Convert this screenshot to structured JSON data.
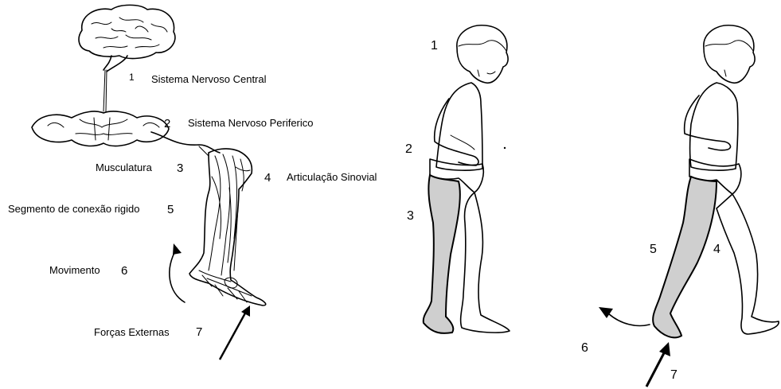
{
  "left_panel": {
    "items": [
      {
        "number": "1",
        "label": "Sistema Nervoso Central"
      },
      {
        "number": "2",
        "label": "Sistema Nervoso Periferico"
      },
      {
        "number": "3",
        "label": "Musculatura"
      },
      {
        "number": "4",
        "label": "Articulação Sinovial"
      },
      {
        "number": "5",
        "label": "Segmento de conexão rigido"
      },
      {
        "number": "6",
        "label": "Movimento"
      },
      {
        "number": "7",
        "label": "Forças Externas"
      }
    ]
  },
  "middle_figure": {
    "numbers": [
      "1",
      "2",
      "3"
    ]
  },
  "right_figure": {
    "numbers": [
      "5",
      "4",
      "6",
      "7"
    ]
  }
}
